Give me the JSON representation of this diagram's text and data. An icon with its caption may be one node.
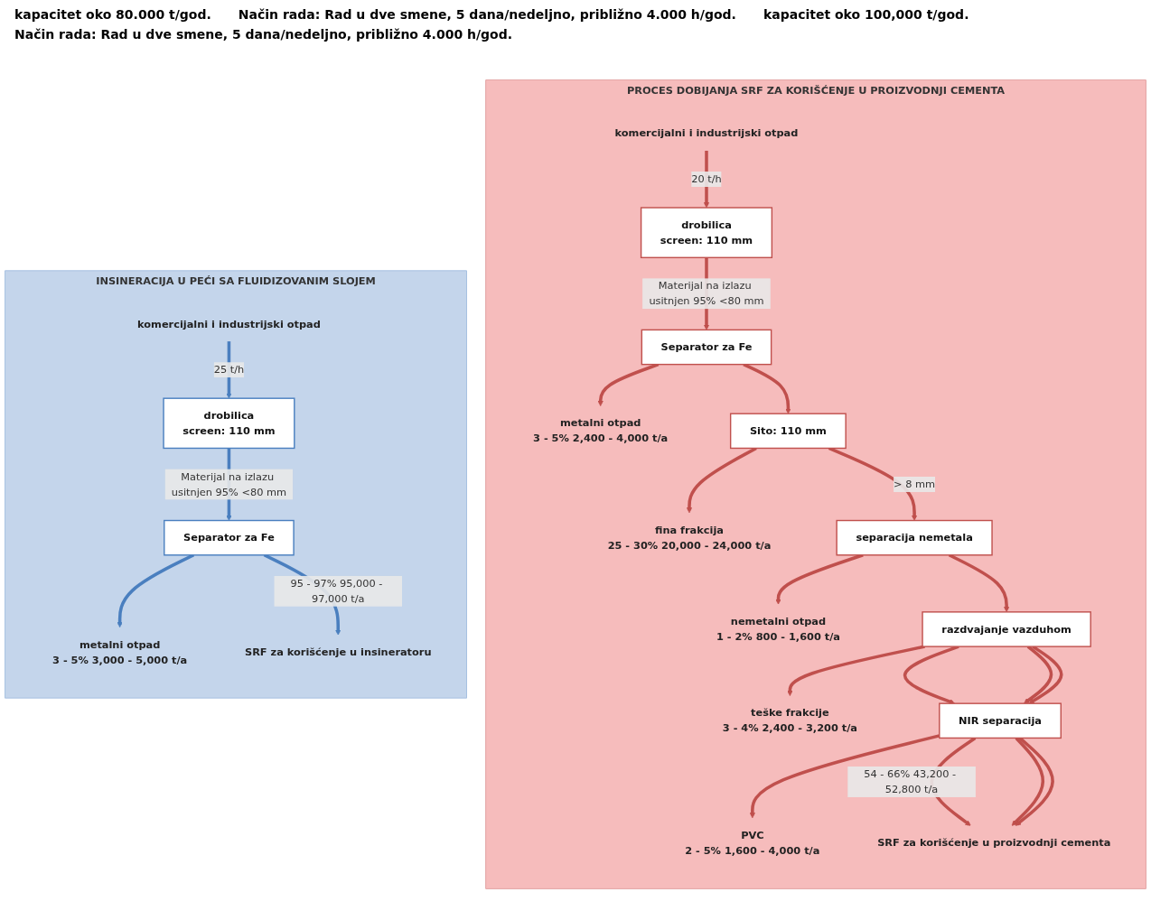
{
  "diagram": {
    "nodes": [
      {
        "text": [
          "PROCES DOBIJANJA SRF ZA KORIŠĆENJE U PROIZVODNJI CEMENTA"
        ]
      },
      {
        "text": [
          "komercijalni i industrijski otpad"
        ],
        "in": 0
      },
      {
        "text": [
          "drobilica",
          "screen: 110 mm"
        ],
        "in": 0
      },
      {
        "text": [
          "Separator za Fe"
        ],
        "in": 0
      },
      {
        "text": [
          "Sito: 110 mm"
        ],
        "in": 0
      },
      {
        "text": [
          "separacija nemetala"
        ],
        "in": 0
      },
      {
        "text": [
          "razdvajanje vazduhom"
        ],
        "in": 0
      },
      {
        "text": [
          "NIR separacija"
        ],
        "in": 0
      },
      {
        "text": [
          "metalni otpad",
          "3 - 5% 2,400 - 4,000 t/a"
        ],
        "in": 0
      },
      {
        "text": [
          "fina frakcija",
          "25 - 30% 20,000 - 24,000 t/a"
        ],
        "in": 0
      },
      {
        "text": [
          "nemetalni otpad",
          "1 - 2% 800 - 1,600 t/a"
        ],
        "in": 0
      },
      {
        "text": [
          "teške frakcije",
          "3 - 4% 2,400 - 3,200 t/a"
        ],
        "in": 0
      },
      {
        "text": [
          "PVC",
          "2 - 5% 1,600 - 4,000 t/a"
        ],
        "in": 0
      },
      {
        "text": [
          "SRF za korišćenje u proizvodnji cementa"
        ],
        "in": 0
      },
      {
        "text": [
          "INSINERACIJA U PEĆI SA FLUIDIZOVANIM SLOJEM"
        ]
      },
      {
        "text": [
          "komercijalni i industrijski otpad"
        ],
        "in": 14
      },
      {
        "text": [
          "drobilica",
          "screen: 110 mm"
        ],
        "in": 14
      },
      {
        "text": [
          "Separator za Fe"
        ],
        "in": 14
      },
      {
        "text": [
          "metalni otpad",
          "3 - 5% 3,000 - 5,000 t/a"
        ],
        "in": 14
      },
      {
        "text": [
          "SRF za korišćenje u insineratoru"
        ],
        "in": 14
      }
    ],
    "edges": [
      {
        "from": 1,
        "to": 2,
        "arrow": "to",
        "label": "20 t/h"
      },
      {
        "from": 2,
        "to": 3,
        "arrow": "to",
        "label": "Materijal na izlazu usitnjen 95% <80 mm"
      },
      {
        "from": 3,
        "to": 8,
        "arrow": "to"
      },
      {
        "from": 3,
        "to": 4,
        "arrow": "to"
      },
      {
        "from": 4,
        "to": 9,
        "arrow": "to"
      },
      {
        "from": 4,
        "to": 5,
        "arrow": "to",
        "label": "> 8 mm"
      },
      {
        "from": 5,
        "to": 10,
        "arrow": "to"
      },
      {
        "from": 5,
        "to": 6,
        "arrow": "to"
      },
      {
        "from": 6,
        "to": 11,
        "arrow": "to"
      },
      {
        "from": 6,
        "to": 7,
        "arrow": "to"
      },
      {
        "from": 6,
        "to": 7,
        "arrow": "to"
      },
      {
        "from": 6,
        "to": 7,
        "arrow": "to"
      },
      {
        "from": 7,
        "to": 12,
        "arrow": "to"
      },
      {
        "from": 7,
        "to": 13,
        "arrow": "to",
        "label": "54 - 66% 43,200 - 52,800 t/a"
      },
      {
        "from": 7,
        "to": 13,
        "arrow": "to"
      },
      {
        "from": 7,
        "to": 13,
        "arrow": "to"
      },
      {
        "from": 15,
        "to": 16,
        "arrow": "to",
        "label": "25 t/h",
        "color": "#4a7fbf"
      },
      {
        "from": 16,
        "to": 17,
        "arrow": "to",
        "label": "Materijal na izlazu usitnjen 95% <80 mm",
        "color": "#4a7fbf"
      },
      {
        "from": 17,
        "to": 18,
        "arrow": "to",
        "color": "#4a7fbf"
      },
      {
        "from": 17,
        "to": 19,
        "arrow": "to",
        "label": "95 - 97% 95,000 - 97,000 t/a",
        "color": "#4a7fbf"
      }
    ],
    "labels": [
      "kapacitet oko 80.000 t/god.",
      "Način rada: Rad u dve smene, 5 dana/nedeljno, približno 4.000 h/god.",
      "kapacitet oko 100,000 t/god.",
      "Način rada: Rad u dve smene, 5 dana/nedeljno, približno 4.000 h/god."
    ]
  }
}
